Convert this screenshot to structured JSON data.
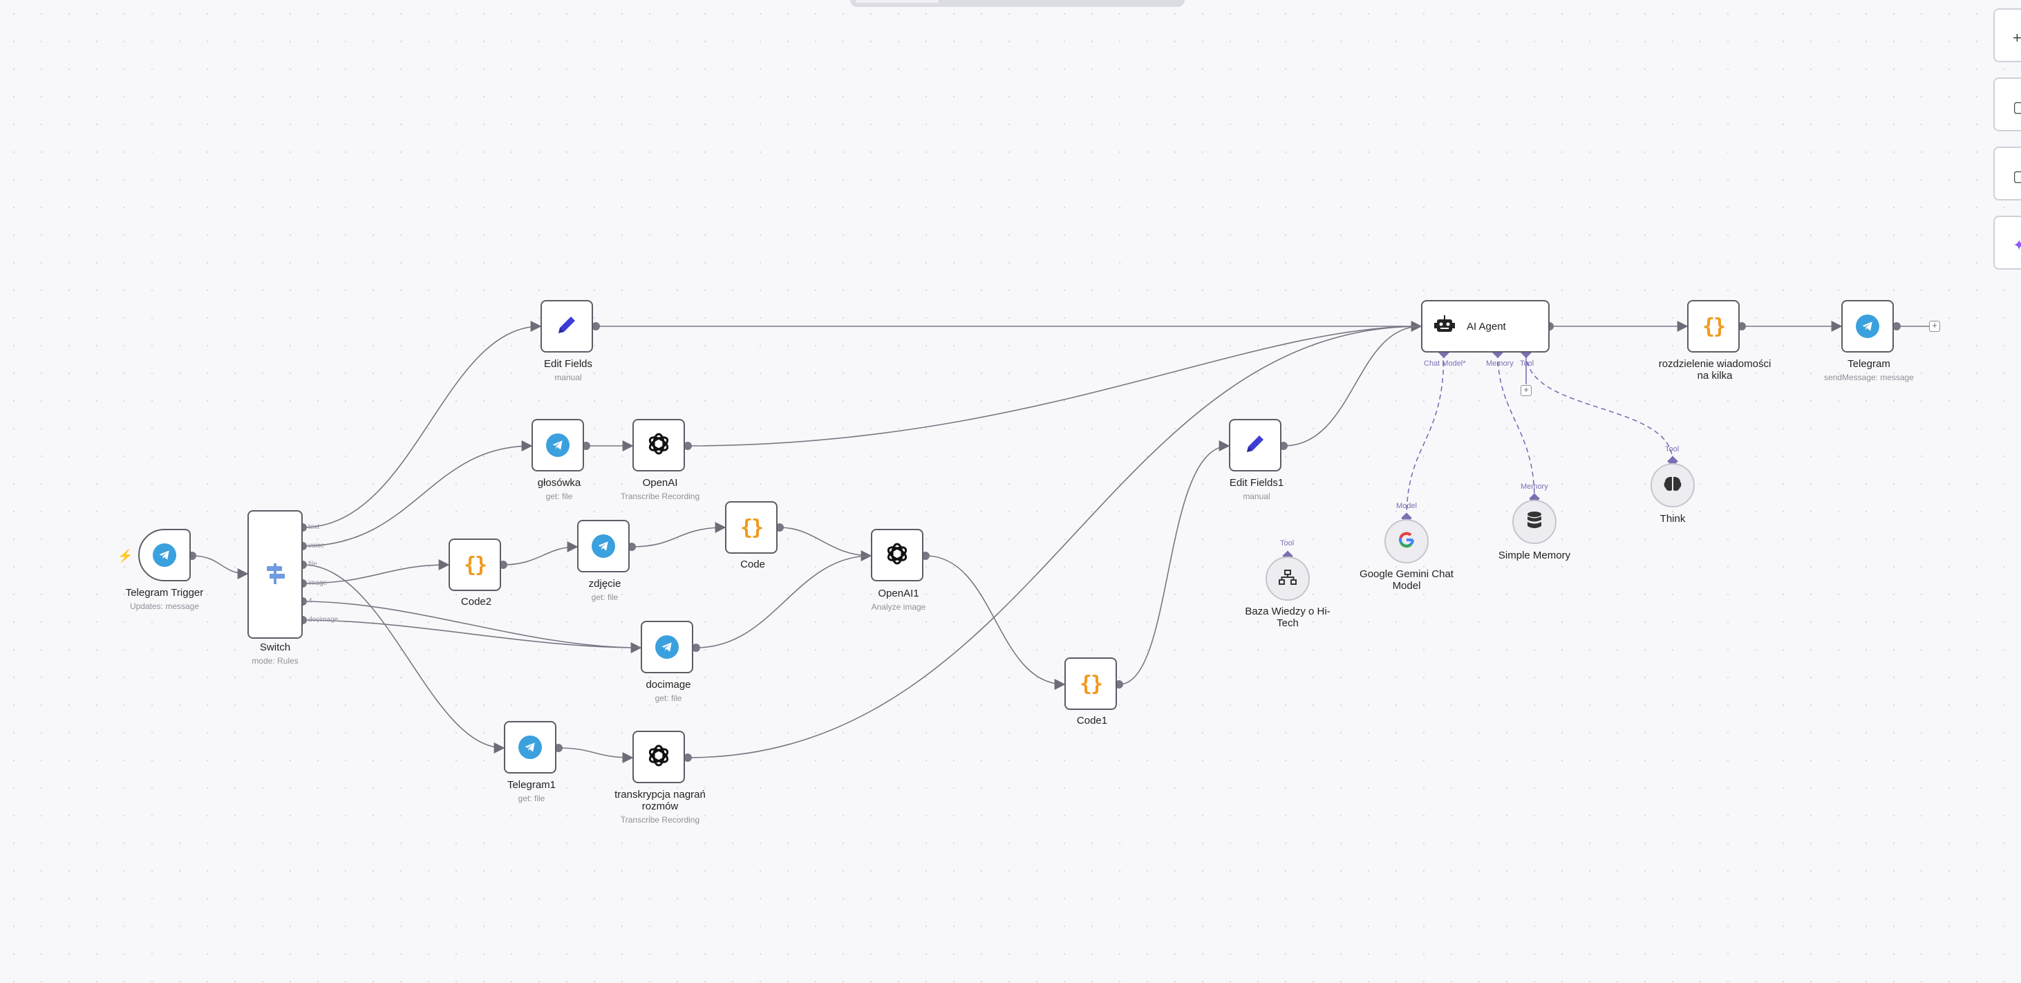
{
  "nodes": {
    "telegram_trigger": {
      "title": "Telegram Trigger",
      "subtitle": "Updates: message"
    },
    "switch": {
      "title": "Switch",
      "subtitle": "mode: Rules",
      "outputs": [
        "text",
        "voice",
        "file",
        "image",
        "4",
        "docimage"
      ]
    },
    "edit_fields": {
      "title": "Edit Fields",
      "subtitle": "manual"
    },
    "glosowka": {
      "title": "głosówka",
      "subtitle": "get: file"
    },
    "openai": {
      "title": "OpenAI",
      "subtitle": "Transcribe Recording"
    },
    "code2": {
      "title": "Code2"
    },
    "zdjecie": {
      "title": "zdjęcie",
      "subtitle": "get: file"
    },
    "code": {
      "title": "Code"
    },
    "openai1": {
      "title": "OpenAI1",
      "subtitle": "Analyze image"
    },
    "docimage": {
      "title": "docimage",
      "subtitle": "get: file"
    },
    "telegram1": {
      "title": "Telegram1",
      "subtitle": "get: file"
    },
    "transkrypcja": {
      "title": "transkrypcja nagrań rozmów",
      "subtitle": "Transcribe Recording"
    },
    "code1": {
      "title": "Code1"
    },
    "edit_fields1": {
      "title": "Edit Fields1",
      "subtitle": "manual"
    },
    "ai_agent": {
      "title": "AI Agent",
      "ports": [
        "Chat Model*",
        "Memory",
        "Tool"
      ]
    },
    "baza_wiedzy": {
      "title": "Baza Wiedzy o Hi-Tech",
      "port": "Tool"
    },
    "gemini": {
      "title": "Google Gemini Chat Model",
      "port": "Model"
    },
    "memory": {
      "title": "Simple Memory",
      "port": "Memory"
    },
    "think": {
      "title": "Think",
      "port": "Tool"
    },
    "rozdzielenie": {
      "title": "rozdzielenie wiadomości na kilka"
    },
    "telegram": {
      "title": "Telegram",
      "subtitle": "sendMessage: message"
    }
  },
  "icons": {
    "telegram": "telegram-icon",
    "code": "code-braces-icon",
    "openai": "openai-icon",
    "edit": "pencil-icon",
    "switch": "switch-signpost-icon",
    "agent": "robot-icon",
    "gemini": "google-g-icon",
    "memory": "database-icon",
    "think": "brain-icon",
    "sitemap": "sitemap-icon",
    "trigger": "lightning-bolt-icon"
  },
  "colors": {
    "telegram": "#3aa0de",
    "code": "#f09a1d",
    "edit": "#3d3dd6",
    "switch": "#6f9be0",
    "sub_connection": "#7b6fb3",
    "trigger_bolt": "#f06b2a"
  }
}
